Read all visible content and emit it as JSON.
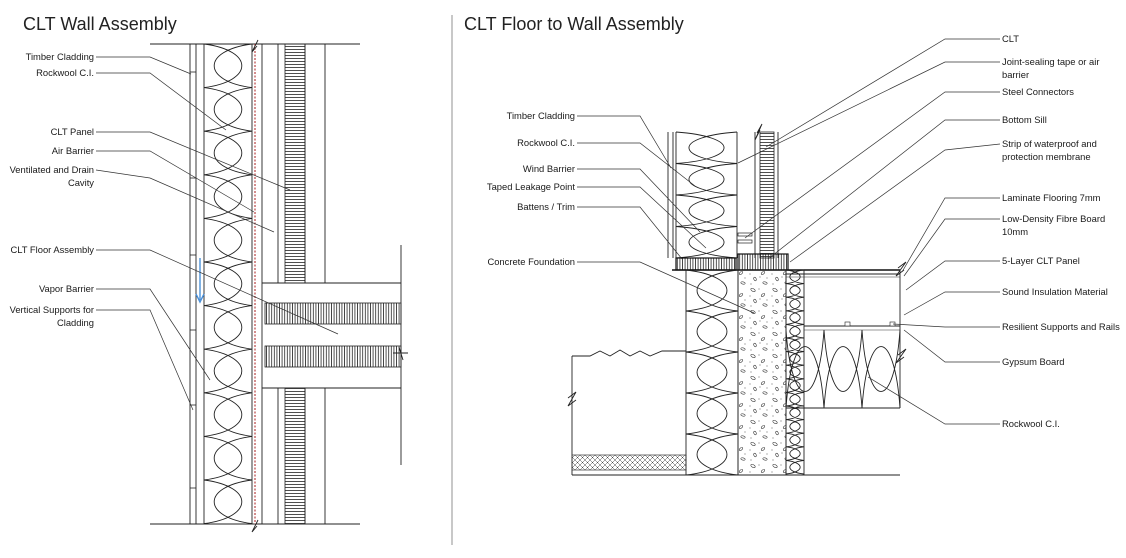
{
  "wall_diagram": {
    "title": "CLT Wall Assembly",
    "labels": [
      "Timber Cladding",
      "Rockwool C.I.",
      "CLT Panel",
      "Air Barrier",
      "Ventilated and Drain",
      "Cavity",
      "CLT Floor Assembly",
      "Vapor Barrier",
      "Vertical Supports for",
      "Cladding"
    ]
  },
  "floor_diagram": {
    "title": "CLT Floor to Wall Assembly",
    "left_labels": [
      "Timber Cladding",
      "Rockwool C.I.",
      "Wind Barrier",
      "Taped Leakage Point",
      "Battens / Trim",
      "Concrete Foundation"
    ],
    "right_labels": [
      "CLT",
      "Joint-sealing tape or air",
      "barrier",
      "Steel Connectors",
      "Bottom Sill",
      "Strip of waterproof and",
      "protection membrane",
      "Laminate Flooring 7mm",
      "Low-Density Fibre Board",
      "10mm",
      "5-Layer CLT Panel",
      "Sound Insulation Material",
      "Resilient Supports and Rails",
      "Gypsum Board",
      "Rockwool C.I."
    ]
  },
  "colors": {
    "line": "#222222",
    "air_barrier": "#b03030",
    "vapor_arrow": "#4a90d9"
  }
}
